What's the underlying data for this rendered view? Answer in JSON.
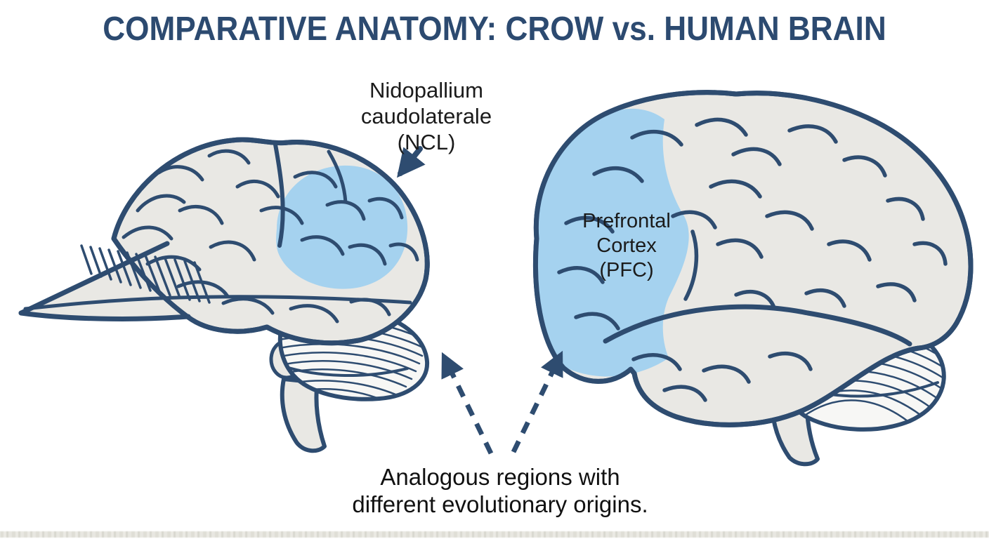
{
  "title": "COMPARATIVE ANATOMY: CROW vs. HUMAN BRAIN",
  "crow_label": {
    "line1": "Nidopallium",
    "line2": "caudolaterale",
    "line3": "(NCL)"
  },
  "human_label": {
    "line1": "Prefrontal",
    "line2": "Cortex",
    "line3": "(PFC)"
  },
  "caption": {
    "line1": "Analogous regions with",
    "line2": "different evolutionary origins."
  },
  "icons": {
    "ncl_pointer": "solid-arrow-down-left",
    "crow_dashed_pointer": "dashed-arrow-up-left",
    "human_dashed_pointer": "dashed-arrow-up-right"
  },
  "colors": {
    "title_color": "#2c4a70",
    "outline_color": "#2e4c70",
    "brain_fill": "#e9e8e4",
    "cerebellum_fill": "#f7f7f5",
    "highlight_blue": "#a5d2ef",
    "label_color": "#1b1b1b",
    "caption_color": "#111111"
  }
}
